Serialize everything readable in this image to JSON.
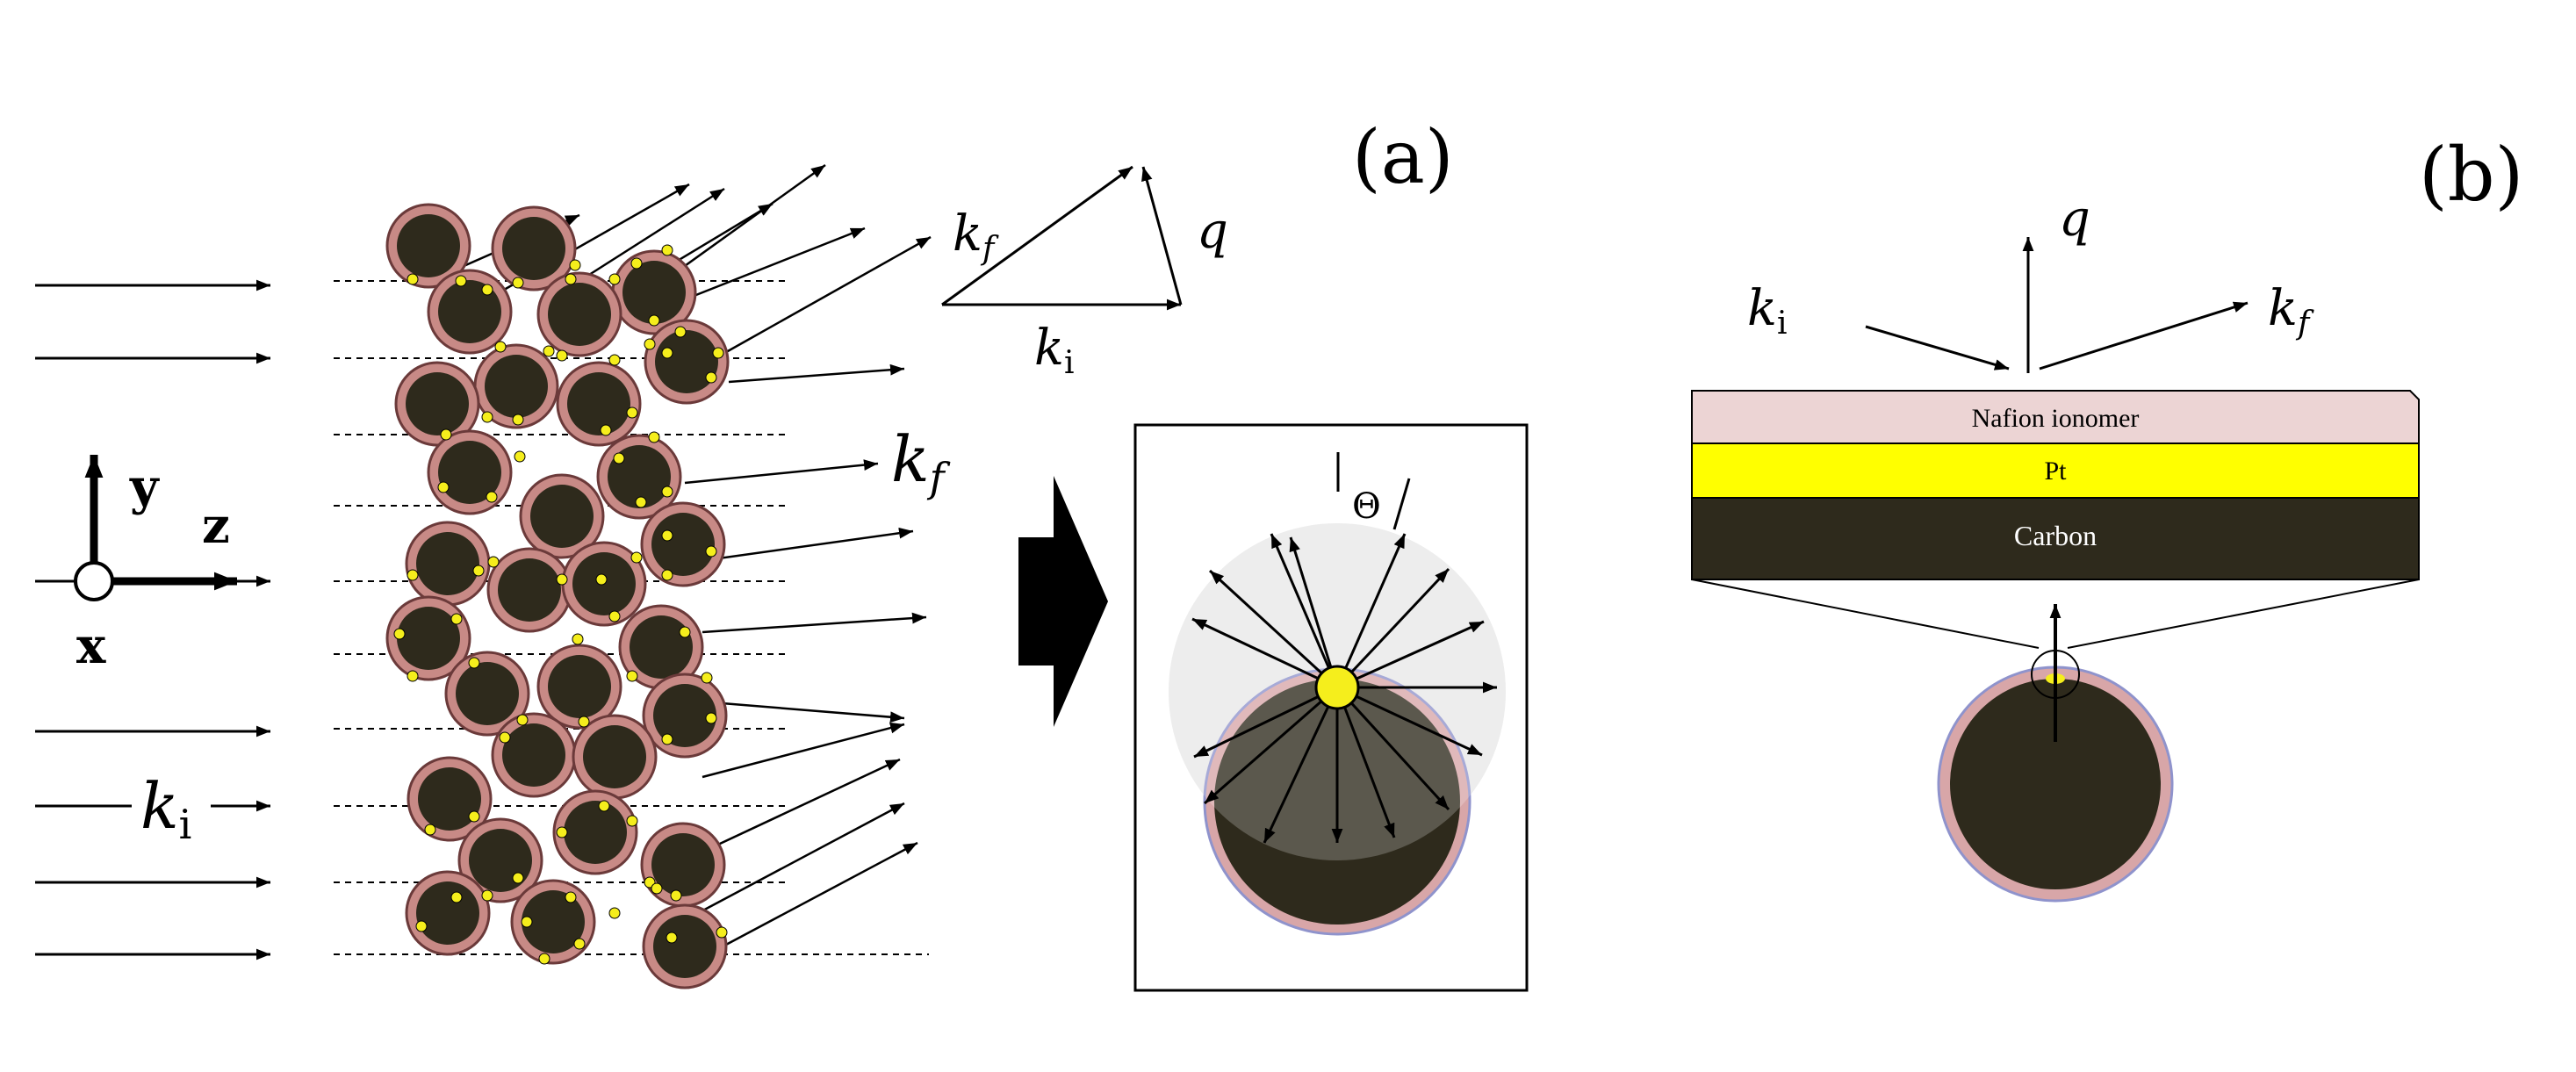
{
  "panel_a": {
    "label": "(a)",
    "incident_label": "k",
    "incident_sub": "i",
    "scattered_label": "k",
    "scattered_sub": "f",
    "triangle": {
      "kf": "k",
      "kf_sub": "f",
      "ki": "k",
      "ki_sub": "i",
      "q": "q"
    },
    "axes": {
      "y": "y",
      "z": "z",
      "x": "x"
    },
    "inset": {
      "angle_label": "Θ"
    }
  },
  "panel_b": {
    "label": "(b)",
    "q": "q",
    "ki": "k",
    "ki_sub": "i",
    "kf": "k",
    "kf_sub": "f",
    "layers": [
      {
        "name": "Nafion ionomer",
        "color": "#ecd4d4",
        "text_color": "#000000"
      },
      {
        "name": "Pt",
        "color": "#ffff00",
        "text_color": "#000000"
      },
      {
        "name": "Carbon",
        "color": "#2e2a1c",
        "text_color": "#ffffff"
      }
    ]
  },
  "colors": {
    "particle_core": "#2e2a1c",
    "particle_shell": "#c88a86",
    "pt_dot": "#f5ee1c",
    "halo": "#e8e8e8"
  }
}
